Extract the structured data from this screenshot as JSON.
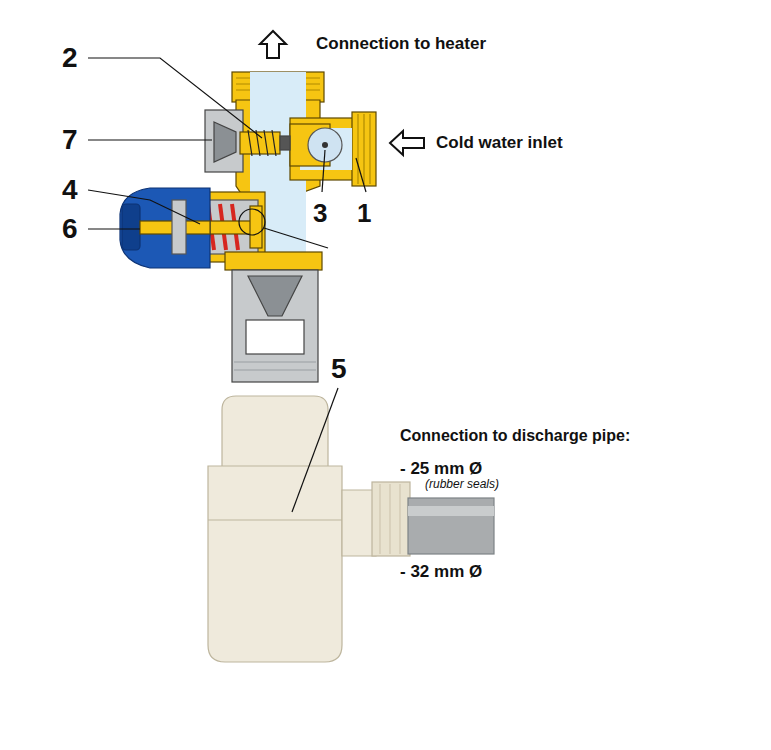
{
  "diagram": {
    "labels": [
      "Connection to heater",
      "2",
      "7",
      "Cold water inlet",
      "4",
      "6",
      "3",
      "1",
      "5",
      "Connection to discharge pipe:",
      "- 25 mm Ø",
      "(rubber seals)",
      "- 32 mm Ø"
    ]
  }
}
